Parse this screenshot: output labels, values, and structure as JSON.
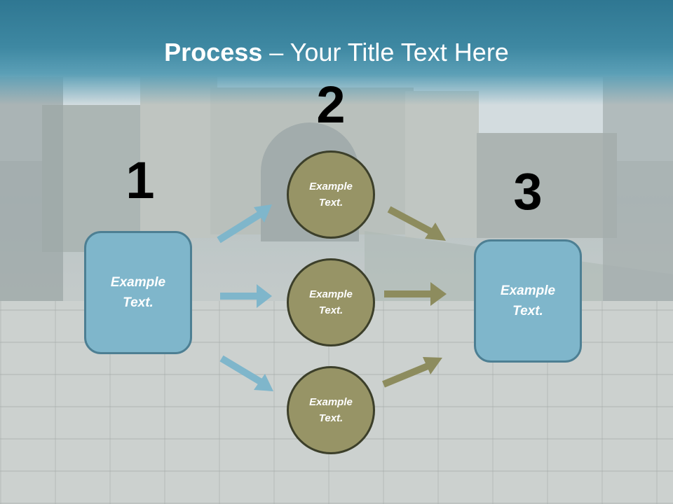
{
  "title": {
    "bold": "Process",
    "rest": " – Your Title Text Here"
  },
  "steps": [
    {
      "number": "1",
      "text": "Example Text."
    },
    {
      "number": "2"
    },
    {
      "number": "3",
      "text": "Example Text."
    }
  ],
  "circles": [
    {
      "text": "Example Text."
    },
    {
      "text": "Example Text."
    },
    {
      "text": "Example Text."
    }
  ],
  "colors": {
    "title_band": "#2f7792",
    "box_fill": "#7fb6cb",
    "box_border": "#4d7f93",
    "circle_fill": "#979466",
    "circle_border": "#3c3f2a",
    "blue_arrow": "#7fb6cb",
    "olive_arrow": "#8d8c5e"
  }
}
